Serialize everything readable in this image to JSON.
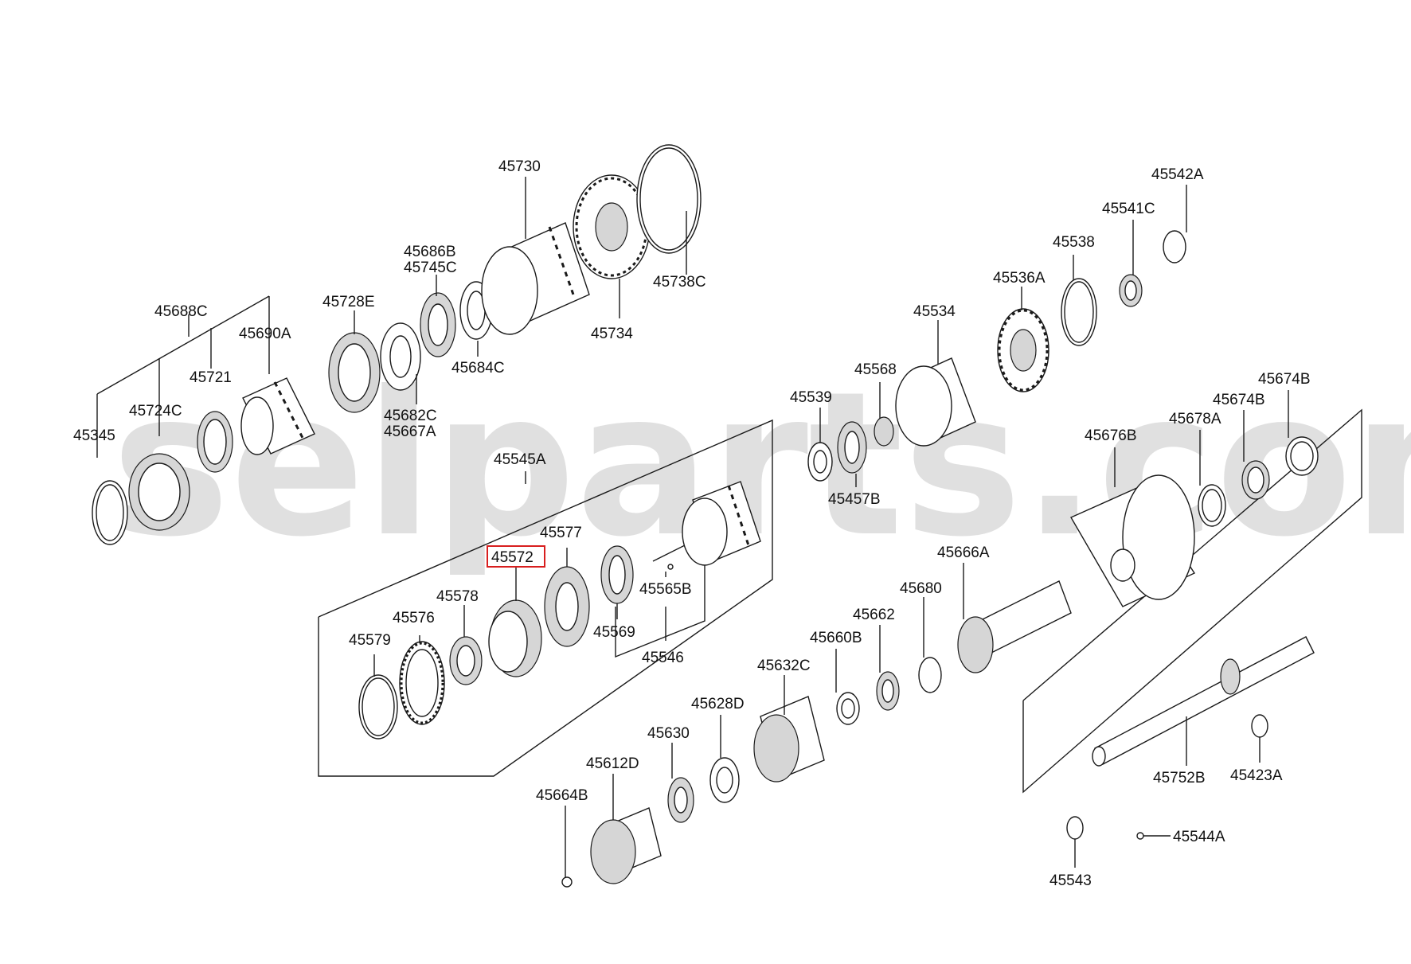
{
  "watermark": "selparts.com",
  "highlight_color": "#d81e1e",
  "labels": {
    "p45730": "45730",
    "p45738C": "45738C",
    "p45734": "45734",
    "p45686B": "45686B",
    "p45745C": "45745C",
    "p45684C": "45684C",
    "p45728E": "45728E",
    "p45682C": "45682C",
    "p45667A": "45667A",
    "p45688C": "45688C",
    "p45690A": "45690A",
    "p45721": "45721",
    "p45724C": "45724C",
    "p45345": "45345",
    "p45545A": "45545A",
    "p45577": "45577",
    "p45572": "45572",
    "p45578": "45578",
    "p45576": "45576",
    "p45579": "45579",
    "p45569": "45569",
    "p45565B": "45565B",
    "p45546": "45546",
    "p45542A": "45542A",
    "p45541C": "45541C",
    "p45538": "45538",
    "p45536A": "45536A",
    "p45534": "45534",
    "p45568": "45568",
    "p45539": "45539",
    "p45457B": "45457B",
    "p45676B": "45676B",
    "p45678A": "45678A",
    "p45674B_1": "45674B",
    "p45674B_2": "45674B",
    "p45666A": "45666A",
    "p45680": "45680",
    "p45662": "45662",
    "p45660B": "45660B",
    "p45632C": "45632C",
    "p45628D": "45628D",
    "p45630": "45630",
    "p45612D": "45612D",
    "p45664B": "45664B",
    "p45752B": "45752B",
    "p45423A": "45423A",
    "p45544A": "45544A",
    "p45543": "45543"
  }
}
